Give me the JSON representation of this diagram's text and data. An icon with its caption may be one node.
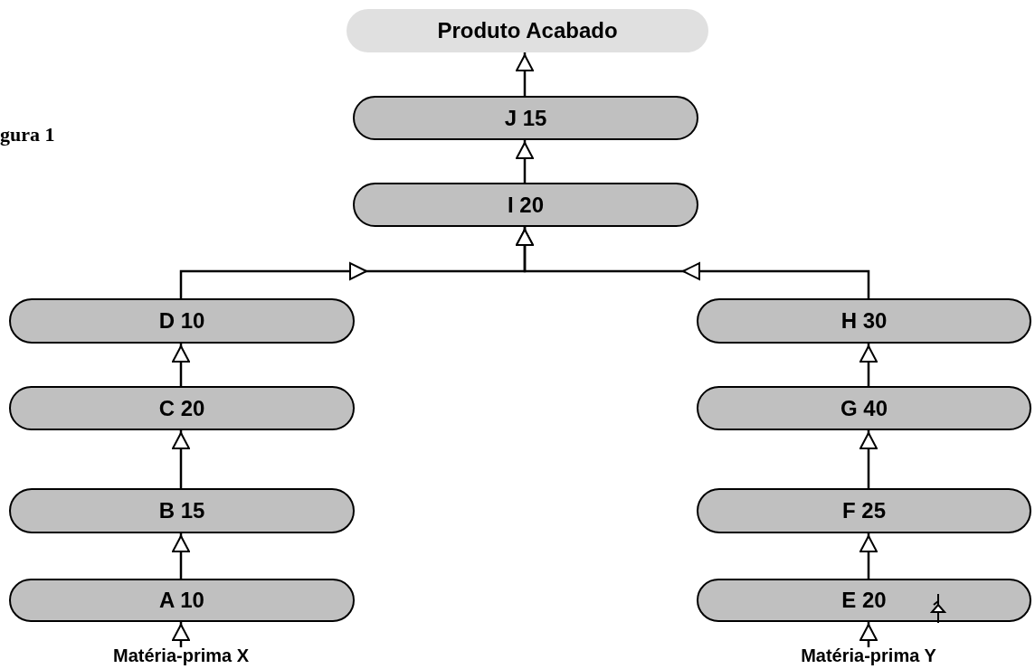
{
  "diagram": {
    "nodes": [
      {
        "text": [
          "Produto Acabado"
        ]
      },
      {
        "text": [
          "J 15"
        ]
      },
      {
        "text": [
          "I 20"
        ]
      },
      {
        "text": [
          "D 10"
        ]
      },
      {
        "text": [
          "H 30"
        ]
      },
      {
        "text": [
          "C 20"
        ]
      },
      {
        "text": [
          "G 40"
        ]
      },
      {
        "text": [
          "B 15"
        ]
      },
      {
        "text": [
          "F 25"
        ]
      },
      {
        "text": [
          "A 10"
        ]
      },
      {
        "text": [
          "E 20"
        ]
      },
      {
        "text": [
          "Matéria-prima X"
        ]
      },
      {
        "text": [
          "Matéria-prima Y"
        ]
      }
    ],
    "edges": [
      {
        "from": 1,
        "to": 0,
        "arrow": "to"
      },
      {
        "from": 2,
        "to": 1,
        "arrow": "to"
      },
      {
        "from": 3,
        "to": 2,
        "arrow": "to"
      },
      {
        "from": 4,
        "to": 2,
        "arrow": "to"
      },
      {
        "from": 5,
        "to": 3,
        "arrow": "to"
      },
      {
        "from": 6,
        "to": 4,
        "arrow": "to"
      },
      {
        "from": 7,
        "to": 5,
        "arrow": "to"
      },
      {
        "from": 8,
        "to": 6,
        "arrow": "to"
      },
      {
        "from": 9,
        "to": 7,
        "arrow": "to"
      },
      {
        "from": 10,
        "to": 8,
        "arrow": "to"
      },
      {
        "from": 11,
        "to": 9,
        "arrow": "to"
      },
      {
        "from": 12,
        "to": 10,
        "arrow": "to"
      }
    ],
    "labels": [
      "gura 1"
    ]
  }
}
